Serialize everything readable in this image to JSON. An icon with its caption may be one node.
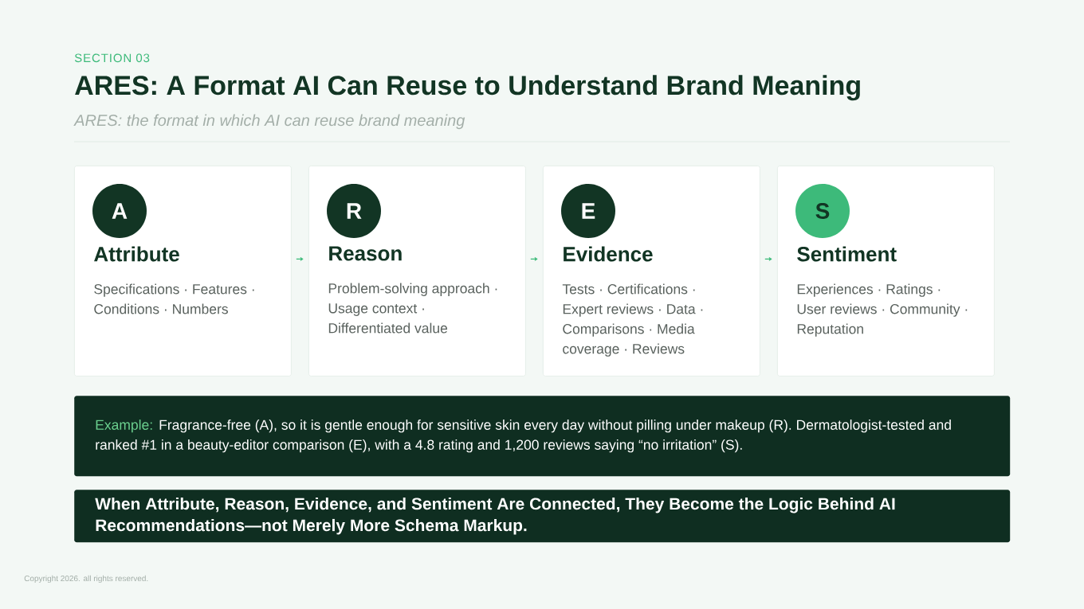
{
  "diagram": {
    "title": "ARES: A Format AI Can Reuse to Understand Brand Meaning",
    "nodes": [
      {
        "text": [
          "Attribute",
          "Specifications · Features · Conditions · Numbers"
        ]
      },
      {
        "text": [
          "A"
        ],
        "in": 0
      },
      {
        "text": [
          "Reason",
          "Problem-solving approach · Usage context · Differentiated value"
        ]
      },
      {
        "text": [
          "R"
        ],
        "in": 2
      },
      {
        "text": [
          "Evidence",
          "Tests · Certifications · Expert reviews · Data · Comparisons · Media coverage · Reviews"
        ]
      },
      {
        "text": [
          "E"
        ],
        "in": 4
      },
      {
        "text": [
          "Sentiment",
          "Experiences · Ratings · User reviews · Community · Reputation"
        ]
      },
      {
        "text": [
          "S"
        ],
        "in": 6
      },
      {
        "text": [
          "Example:",
          "Fragrance-free (A), so it is gentle enough for sensitive skin every day without pilling under makeup (R). Dermatologist-tested and ranked #1 in a beauty-editor comparison (E), with a 4.8 rating and 1,200 reviews saying “no irritation” (S)."
        ]
      },
      {
        "text": [
          "When Attribute, Reason, Evidence, and Sentiment Are Connected, They Become the Logic Behind AI Recommendations—not Merely More Schema Markup."
        ]
      }
    ],
    "edges": [
      {
        "from": 0,
        "to": 2,
        "arrow": "to"
      },
      {
        "from": 2,
        "to": 4,
        "arrow": "to"
      },
      {
        "from": 4,
        "to": 6,
        "arrow": "to"
      }
    ],
    "labels": [
      "SECTION 03",
      "ARES: the format in which AI can reuse brand meaning",
      "Copyright 2026. all rights reserved."
    ]
  }
}
